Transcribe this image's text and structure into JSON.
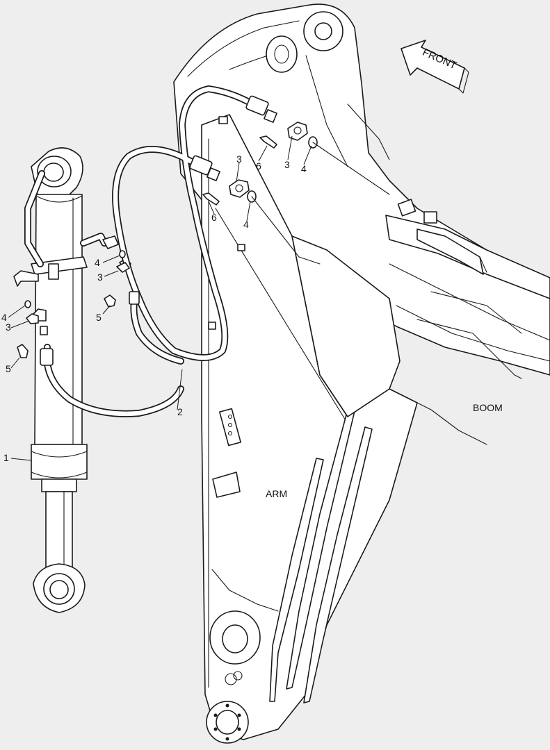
{
  "direction": {
    "label": "FRONT"
  },
  "regions": {
    "boom": "BOOM",
    "arm": "ARM"
  },
  "callouts": {
    "cylinder": "1",
    "hose": "2",
    "flange_upper": "3",
    "oring_upper": "4",
    "bolt_upper": "6",
    "flange_lower": "3",
    "oring_lower": "4",
    "bolt_lower": "6",
    "cyl_oring_right": "4",
    "cyl_flange_right": "3",
    "cyl_bolt_right": "5",
    "cyl_oring_left": "4",
    "cyl_flange_left": "3",
    "cyl_bolt_left": "5"
  },
  "colors": {
    "background": "#eeeeee",
    "line": "#1a1a1a",
    "fill": "#ffffff"
  }
}
